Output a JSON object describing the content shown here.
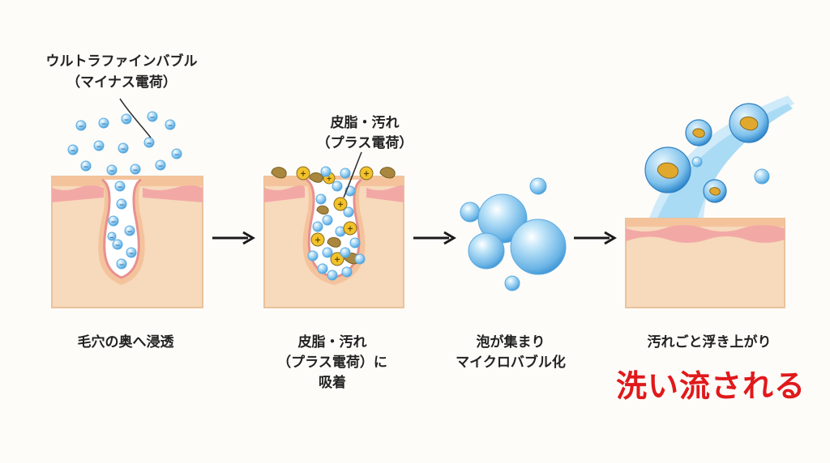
{
  "annotations": {
    "bubbles_title": "ウルトラファインバブル",
    "bubbles_charge": "（マイナス電荷）",
    "dirt_title": "皮脂・汚れ",
    "dirt_charge": "（プラス電荷）"
  },
  "steps": [
    {
      "caption_lines": [
        "毛穴の奥へ浸透"
      ]
    },
    {
      "caption_lines": [
        "皮脂・汚れ",
        "（プラス電荷）に",
        "吸着"
      ]
    },
    {
      "caption_lines": [
        "泡が集まり",
        "マイクロバブル化"
      ]
    },
    {
      "caption_lines": [
        "汚れごと浮き上がり"
      ]
    }
  ],
  "result": "洗い流される",
  "symbols": {
    "minus": "−",
    "plus": "+"
  },
  "colors": {
    "skin": "#f7d9bb",
    "skin_edge": "#e9b98f",
    "dermis_line": "#e88f90",
    "pore_inner": "#ffffff",
    "bubble": "#8ccbee",
    "bubble_dark": "#3b8fd0",
    "dirt_yellow": "#f1c22a",
    "dirt_brown": "#a9873e",
    "water": "#bfe3f7",
    "arrow": "#1a1a1a",
    "result_red": "#e0191b"
  },
  "icons": [
    "right-arrow-icon",
    "right-arrow-icon",
    "right-arrow-icon"
  ]
}
